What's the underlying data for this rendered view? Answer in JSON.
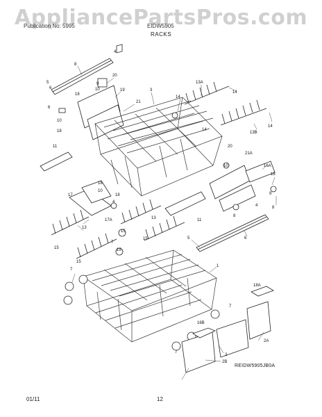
{
  "watermark": "AppliancePartsPros.com",
  "header": {
    "left": "Publication No: 5995",
    "model": "EIDW5905",
    "title": "RACKS"
  },
  "callouts": {
    "c1": "1",
    "c2": "2",
    "c2a": "2A",
    "c2b": "2B",
    "c3": "3",
    "c4": "4",
    "c5": "5",
    "c6": "6",
    "c7": "7",
    "c8": "8",
    "c9": "9",
    "c10": "10",
    "c11": "11",
    "c13": "13",
    "c13a": "13A",
    "c13b": "13B",
    "c14": "14",
    "c15": "15",
    "c16a": "16A",
    "c16b": "16B",
    "c17": "17",
    "c17a": "17A",
    "c18": "18",
    "c18a": "18A",
    "c19": "19",
    "c20": "20",
    "c21": "21",
    "c21a": "21A"
  },
  "reference_code": "REIDW5905JB0A",
  "footer": {
    "date": "01/11",
    "page": "12"
  }
}
